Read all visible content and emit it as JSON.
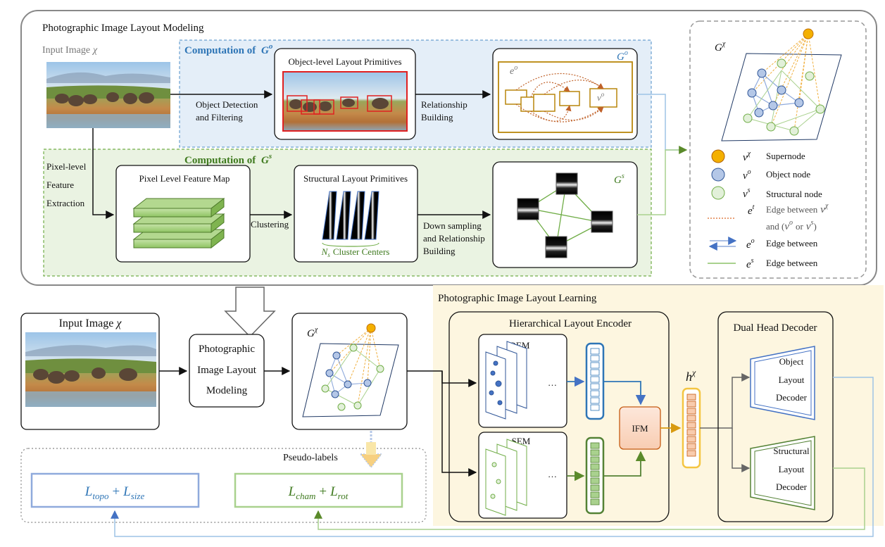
{
  "colors": {
    "object_blue": "#4472c4",
    "structural_green": "#70ad47",
    "object_box_gold": "#b8860b",
    "supernode_orange": "#f0a020",
    "ifm_fill": "#fbe0d0",
    "learning_bg": "#fdf6e0",
    "go_region_bg": "#e4eef8",
    "gs_region_bg": "#eaf3e2"
  },
  "modeling": {
    "title": "Photographic Image Layout Modeling",
    "input_label": "Input Image",
    "input_symbol": "χ",
    "go_region_title": "Computation of",
    "go_symbol": "G",
    "go_sup": "o",
    "obj_prim_title": "Object-level Layout Primitives",
    "object_detection": [
      "Object Detection",
      "and Filtering"
    ],
    "relationship_building": [
      "Relationship",
      "Building"
    ],
    "go_graph_label": "G",
    "go_graph_sup": "o",
    "eo_label": "e",
    "eo_sup": "o",
    "vo_label": "v",
    "vo_sup": "o",
    "gs_region_title": "Computation of",
    "gs_symbol": "G",
    "gs_sup": "s",
    "pixel_extraction": [
      "Pixel-level",
      "Feature",
      "Extraction"
    ],
    "feature_map_title": "Pixel Level Feature Map",
    "clustering": "Clustering",
    "struct_prim_title": "Structural Layout Primitives",
    "cluster_centers": "Cluster Centers",
    "ns_symbol": "N",
    "ns_sub": "s",
    "downsampling": [
      "Down sampling",
      "and Relationship",
      "Building"
    ],
    "gs_graph_label": "G",
    "gs_graph_sup": "s"
  },
  "legend": {
    "graph_label": "G",
    "graph_sup": "χ",
    "items": [
      {
        "sym": "v",
        "sup": "χ",
        "text": "Supernode"
      },
      {
        "sym": "v",
        "sup": "o",
        "text": "Object node"
      },
      {
        "sym": "v",
        "sup": "s",
        "text": "Structural node"
      },
      {
        "sym": "e",
        "sup": "t",
        "text": "Edge between"
      },
      {
        "sym": "e",
        "sup": "o",
        "text": "Edge between"
      },
      {
        "sym": "e",
        "sup": "s",
        "text": "Edge between"
      }
    ],
    "et_second_line": "and (",
    "et_or": "or",
    "et_vchi_sym": "v",
    "et_vchi_sup": "χ"
  },
  "bottom": {
    "input_label": "Input Image",
    "input_symbol": "χ",
    "pilm_lines": [
      "Photographic",
      "Image Layout",
      "Modeling"
    ],
    "gchi_label": "G",
    "gchi_sup": "χ",
    "pseudo_labels": "Pseudo-labels",
    "loss_left": {
      "L1": "L",
      "s1": "topo",
      "op": "+",
      "L2": "L",
      "s2": "size"
    },
    "loss_right": {
      "L1": "L",
      "s1": "cham",
      "op": "+",
      "L2": "L",
      "s2": "rot"
    }
  },
  "learning": {
    "title": "Photographic Image Layout Learning",
    "encoder_title": "Hierarchical Layout Encoder",
    "oem": "OEM",
    "sem": "SEM",
    "ellipsis": "…",
    "ifm": "IFM",
    "h_label": "h",
    "h_sup": "χ",
    "decoder_title": "Dual Head Decoder",
    "obj_decoder": [
      "Object",
      "Layout",
      "Decoder"
    ],
    "struct_decoder": [
      "Structural",
      "Layout",
      "Decoder"
    ]
  }
}
